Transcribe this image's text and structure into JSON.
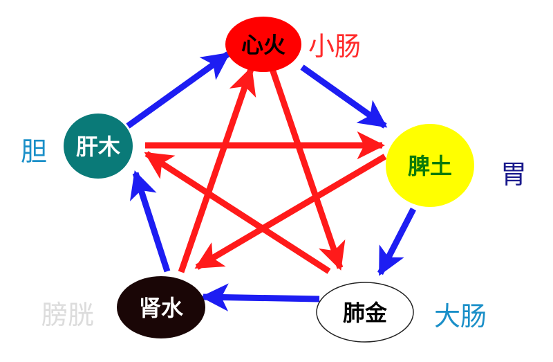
{
  "colors": {
    "generating": "#1d1df2",
    "overcoming": "#ff1a1a",
    "fire_fill": "#ff0000",
    "earth_fill": "#ffff00",
    "metal_fill": "#ffffff",
    "water_fill": "#1a0606",
    "wood_fill": "#0a7a78",
    "fire_text": "#000000",
    "earth_text": "#0a7a0a",
    "metal_text": "#000000",
    "water_text": "#ffffff",
    "wood_text": "#ffffff"
  },
  "nodes": {
    "fire": {
      "label": "心火",
      "organ": "小肠",
      "organ_color": "#ff2a2a"
    },
    "earth": {
      "label": "脾土",
      "organ": "胃",
      "organ_color": "#1a1a8c"
    },
    "metal": {
      "label": "肺金",
      "organ": "大肠",
      "organ_color": "#1a8fc8"
    },
    "water": {
      "label": "肾水",
      "organ": "膀胱",
      "organ_color": "#dcdcdc"
    },
    "wood": {
      "label": "肝木",
      "organ": "胆",
      "organ_color": "#1a8fc8"
    }
  }
}
